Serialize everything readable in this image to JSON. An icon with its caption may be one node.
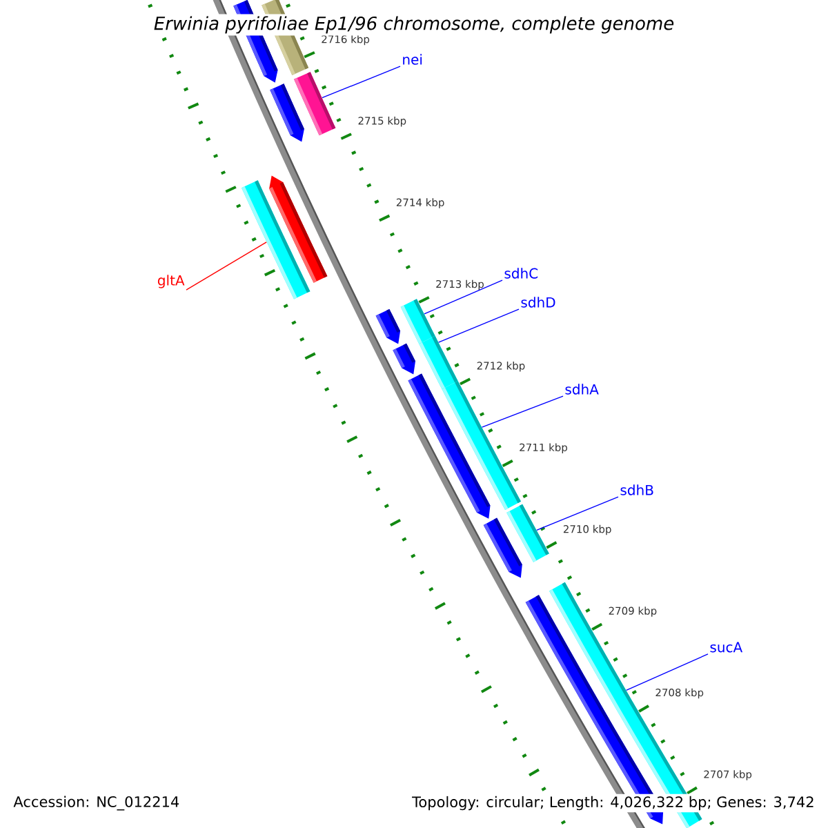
{
  "diagram": {
    "title": "Erwinia pyrifoliae Ep1/96 chromosome, complete genome",
    "nodes": [
      {
        "text": [],
        "shape": "arrow"
      },
      {
        "text": [],
        "shape": "bar"
      },
      {
        "text": [
          "nei"
        ]
      },
      {
        "text": [],
        "shape": "arrow"
      },
      {
        "text": [],
        "shape": "bar"
      },
      {
        "text": [],
        "shape": "arrow"
      },
      {
        "text": [],
        "shape": "bar"
      },
      {
        "text": [
          "gltA"
        ]
      },
      {
        "text": [
          "sdhC"
        ]
      },
      {
        "text": [],
        "shape": "arrow"
      },
      {
        "text": [],
        "shape": "bar"
      },
      {
        "text": [
          "sdhD"
        ]
      },
      {
        "text": [],
        "shape": "arrow"
      },
      {
        "text": [],
        "shape": "bar"
      },
      {
        "text": [
          "sdhA"
        ]
      },
      {
        "text": [],
        "shape": "arrow"
      },
      {
        "text": [],
        "shape": "bar"
      },
      {
        "text": [
          "sdhB"
        ]
      },
      {
        "text": [],
        "shape": "arrow"
      },
      {
        "text": [],
        "shape": "bar"
      },
      {
        "text": [
          "sucA"
        ]
      },
      {
        "text": [],
        "shape": "arrow"
      },
      {
        "text": [],
        "shape": "bar"
      }
    ],
    "edges": [
      {
        "from": 2,
        "to": 4,
        "arrow": "none"
      },
      {
        "from": 7,
        "to": 6,
        "arrow": "none",
        "color": "#ff0000"
      },
      {
        "from": 8,
        "to": 10,
        "arrow": "none"
      },
      {
        "from": 11,
        "to": 13,
        "arrow": "none"
      },
      {
        "from": 14,
        "to": 16,
        "arrow": "none"
      },
      {
        "from": 17,
        "to": 19,
        "arrow": "none"
      },
      {
        "from": 20,
        "to": 22,
        "arrow": "none"
      }
    ],
    "labels": [
      "2716 kbp",
      "2715 kbp",
      "2714 kbp",
      "2713 kbp",
      "2712 kbp",
      "2711 kbp",
      "2710 kbp",
      "2709 kbp",
      "2708 kbp",
      "2707 kbp",
      "Accession: NC_012214",
      "Topology: circular; Length: 4,026,322 bp; Genes: 3,742"
    ]
  }
}
